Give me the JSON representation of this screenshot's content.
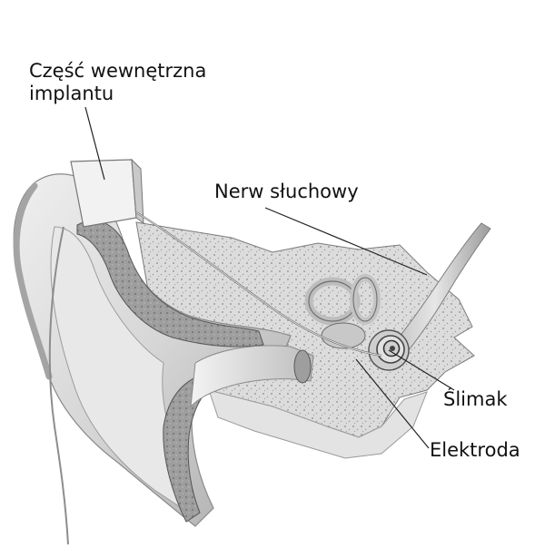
{
  "labels": {
    "implant_line1": "Część wewnętrzna",
    "implant_line2": "implantu",
    "nerve": "Nerw słuchowy",
    "cochlea": "Ślimak",
    "electrode": "Elektroda"
  },
  "colors": {
    "background": "#ffffff",
    "text": "#111111",
    "leader_line": "#222222",
    "skin_light": "#e9e9e9",
    "skin_mid": "#cfcfcf",
    "skin_dark": "#8f8f8f",
    "bone": "#d8d8d8",
    "bone_dots": "#8a8a8a"
  }
}
